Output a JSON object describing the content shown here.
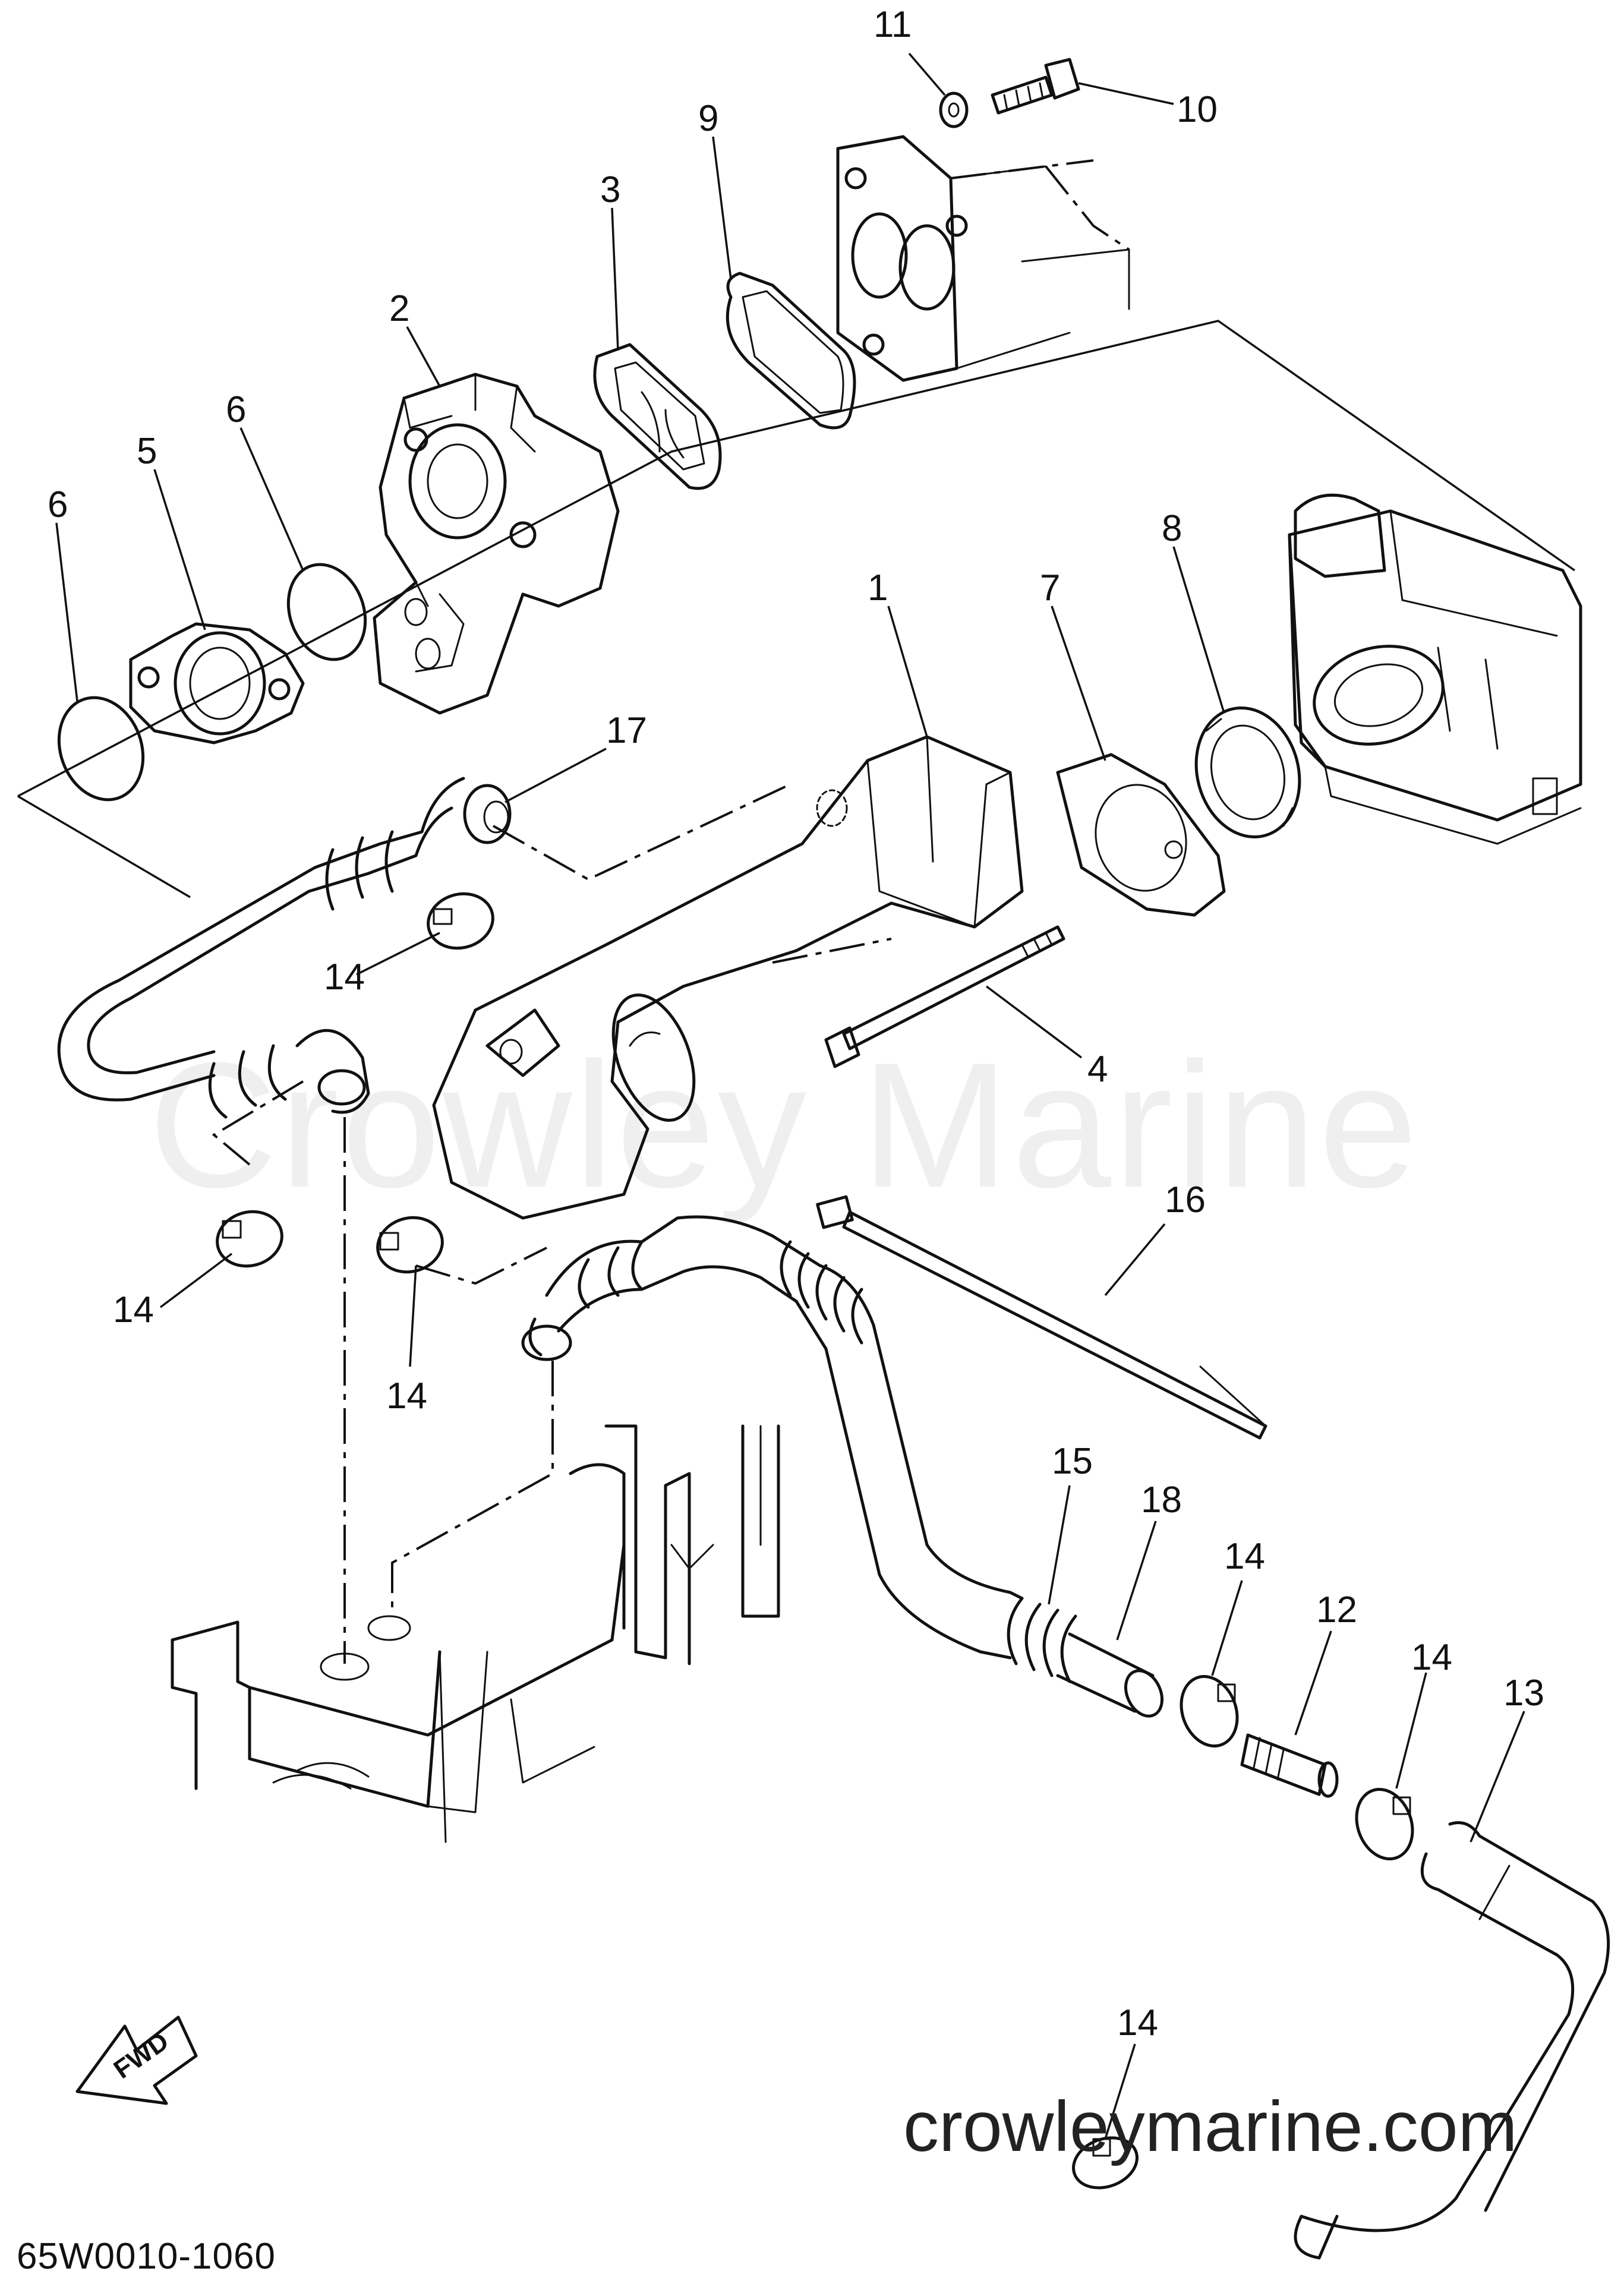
{
  "callouts": [
    {
      "n": "1"
    },
    {
      "n": "2"
    },
    {
      "n": "3"
    },
    {
      "n": "4"
    },
    {
      "n": "5"
    },
    {
      "n": "6"
    },
    {
      "n": "6"
    },
    {
      "n": "7"
    },
    {
      "n": "8"
    },
    {
      "n": "9"
    },
    {
      "n": "10"
    },
    {
      "n": "11"
    },
    {
      "n": "12"
    },
    {
      "n": "13"
    },
    {
      "n": "14"
    },
    {
      "n": "14"
    },
    {
      "n": "14"
    },
    {
      "n": "14"
    },
    {
      "n": "14"
    },
    {
      "n": "14"
    },
    {
      "n": "15"
    },
    {
      "n": "16"
    },
    {
      "n": "17"
    },
    {
      "n": "18"
    }
  ],
  "watermark": "Crowley Marine",
  "website": "crowleymarine.com",
  "diagram_code": "65W0010-1060",
  "fwd_label": "FWD"
}
